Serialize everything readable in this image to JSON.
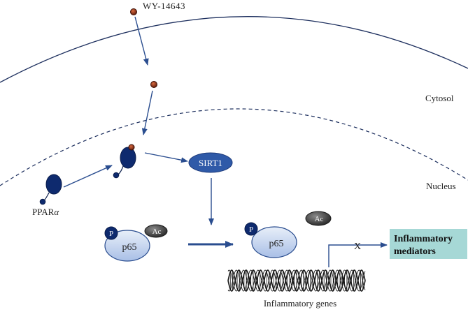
{
  "labels": {
    "compound": "WY-14643",
    "cytosol": "Cytosol",
    "nucleus": "Nucleus",
    "ppar_prefix": "PPAR",
    "ppar_greek": "α",
    "sirt1": "SIRT1",
    "phospho": "P",
    "acetyl": "Ac",
    "p65": "p65",
    "inhibit_mark": "X",
    "mediators_line1": "Inflammatory",
    "mediators_line2": "mediators",
    "genes": "Inflammatory genes"
  },
  "colors": {
    "arrow": "#2a4d8f",
    "membrane": "#1d2f5e",
    "receptor": "#0e2a6e",
    "ligand": "#8a2c14",
    "sirt1_fill": "#2f5aa8",
    "p65_fill": "#b9ccec",
    "p65_stroke": "#2a4d8f",
    "acetyl_fill": "#3a3a3a",
    "mediators_box": "#a6d8d6",
    "dna": "#1a1a1a"
  }
}
